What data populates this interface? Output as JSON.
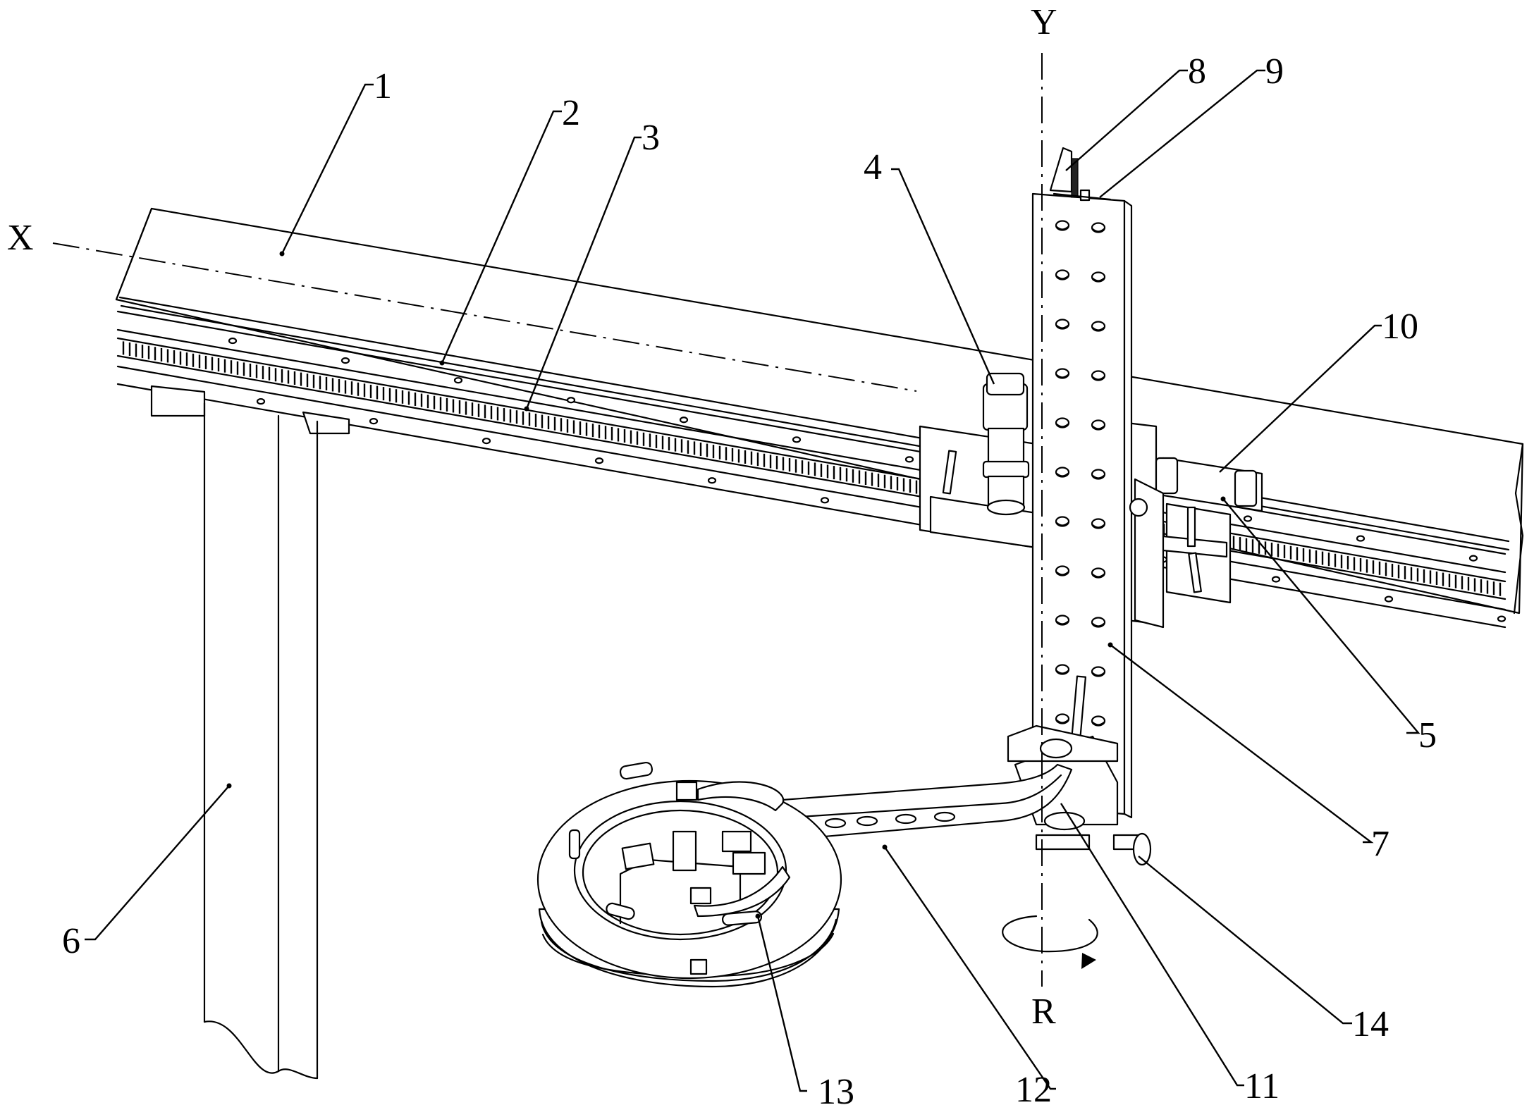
{
  "labels": {
    "n1": "1",
    "n2": "2",
    "n3": "3",
    "n4": "4",
    "n5": "5",
    "n6": "6",
    "n7": "7",
    "n8": "8",
    "n9": "9",
    "n10": "10",
    "n11": "11",
    "n12": "12",
    "n13": "13",
    "n14": "14"
  },
  "axes": {
    "x": "X",
    "y": "Y",
    "r": "R"
  }
}
